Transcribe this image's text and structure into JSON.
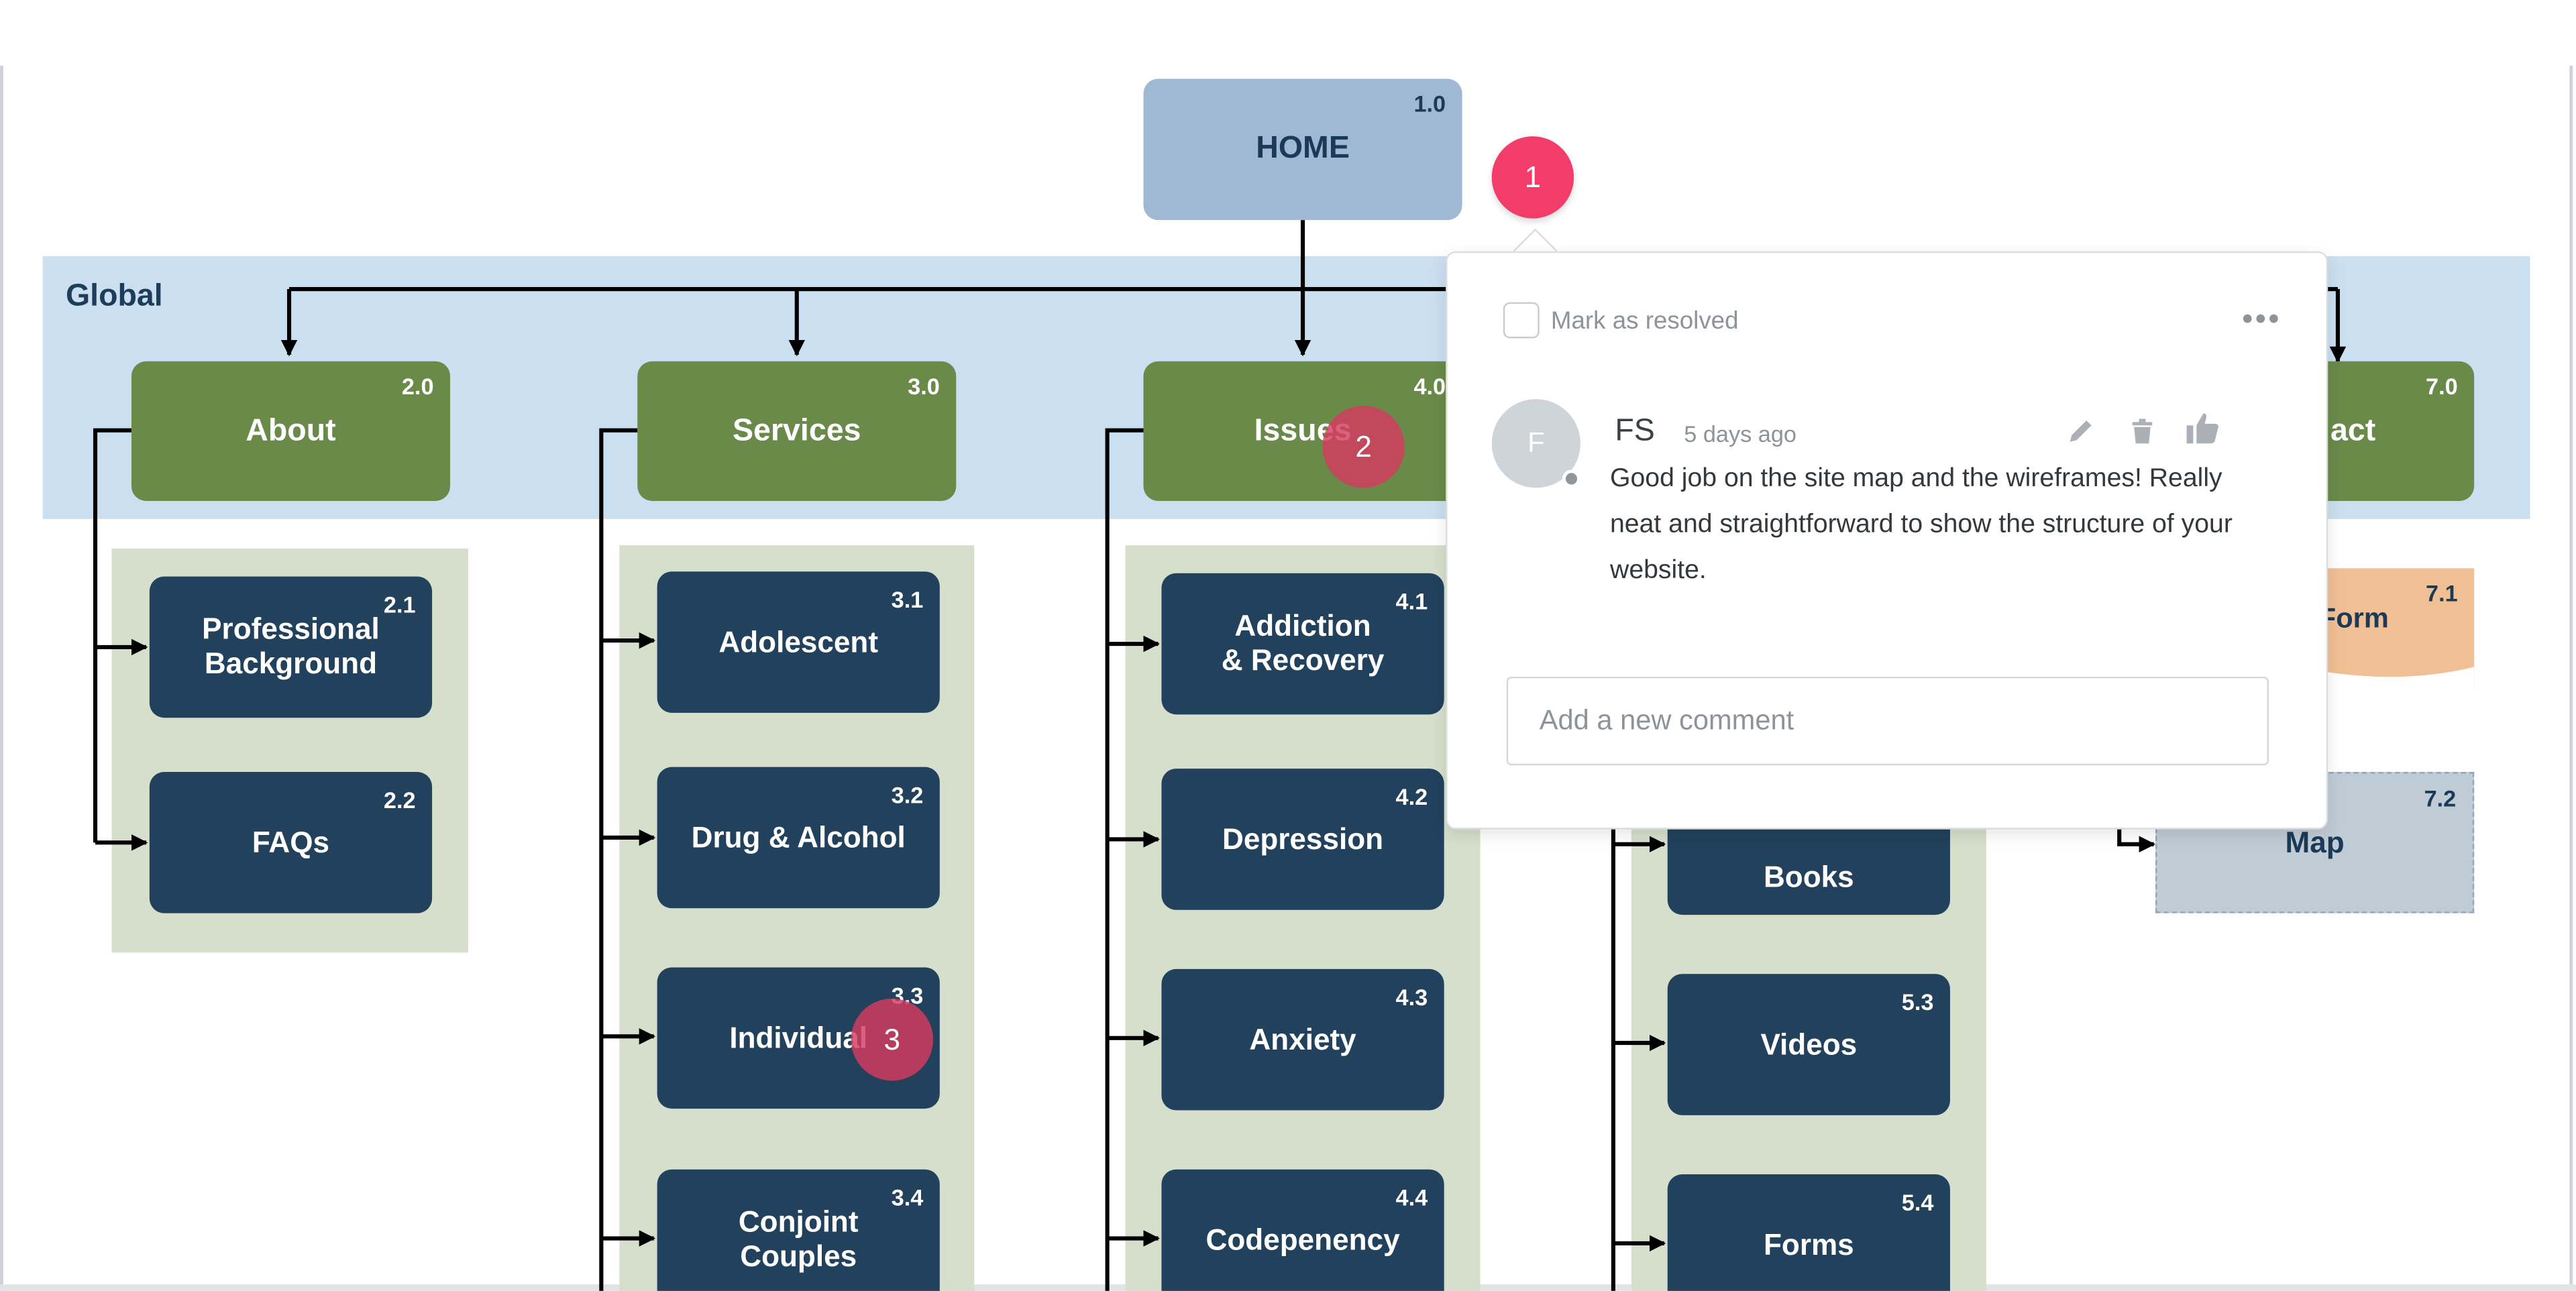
{
  "sitemap": {
    "global_label": "Global",
    "home": {
      "label": "HOME",
      "num": "1.0"
    },
    "sections": [
      {
        "label": "About",
        "num": "2.0"
      },
      {
        "label": "Services",
        "num": "3.0"
      },
      {
        "label": "Issues",
        "num": "4.0"
      },
      {
        "label": "act",
        "num": "7.0"
      }
    ],
    "about_pages": [
      {
        "l1": "Professional",
        "l2": "Background",
        "num": "2.1"
      },
      {
        "l1": "FAQs",
        "num": "2.2"
      }
    ],
    "services_pages": [
      {
        "l1": "Adolescent",
        "num": "3.1"
      },
      {
        "l1": "Drug & Alcohol",
        "num": "3.2"
      },
      {
        "l1": "Individual",
        "num": "3.3"
      },
      {
        "l1": "Conjoint",
        "l2": "Couples",
        "num": "3.4"
      }
    ],
    "issues_pages": [
      {
        "l1": "Addiction",
        "l2": "& Recovery",
        "num": "4.1"
      },
      {
        "l1": "Depression",
        "num": "4.2"
      },
      {
        "l1": "Anxiety",
        "num": "4.3"
      },
      {
        "l1": "Codepenency",
        "num": "4.4"
      }
    ],
    "resources_pages": [
      {
        "l1": "Books"
      },
      {
        "l1": "Videos",
        "num": "5.3"
      },
      {
        "l1": "Forms",
        "num": "5.4"
      }
    ],
    "contact_pages": [
      {
        "l1": "Form",
        "num": "7.1"
      },
      {
        "l1": "Map",
        "num": "7.2"
      }
    ]
  },
  "markers": [
    "1",
    "2",
    "3"
  ],
  "comment_popup": {
    "resolve_label": "Mark as resolved",
    "avatar_initial": "F",
    "author": "FS",
    "time": "5 days ago",
    "text": "Good job on the site map and the wireframes! Really neat and straightforward to show the structure of your website.",
    "new_comment_placeholder": "Add a new comment"
  },
  "icons": {
    "more": "more-horizontal-icon",
    "edit": "pencil-icon",
    "delete": "trash-icon",
    "like": "thumbs-up-icon"
  },
  "colors": {
    "global_band": "#cadff0",
    "home": "#9fb8d3",
    "section": "#6a8a4a",
    "page": "#22415c",
    "column_bg": "#d5dfcb",
    "marker_active": "#f23d6b"
  }
}
